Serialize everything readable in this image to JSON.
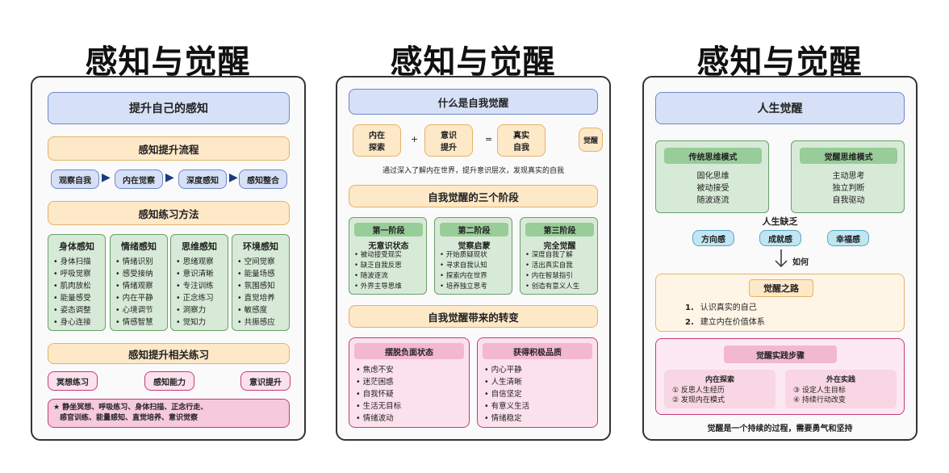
{
  "panel1": {
    "title": "感知与觉醒",
    "header": "提升自己的感知",
    "process_title": "感知提升流程",
    "process_steps": [
      "观察自我",
      "内在觉察",
      "深度感知",
      "感知整合"
    ],
    "methods_title": "感知练习方法",
    "methods": [
      {
        "name": "身体感知",
        "items": [
          "身体扫描",
          "呼吸觉察",
          "肌肉放松",
          "能量感受",
          "姿态调整",
          "身心连接"
        ]
      },
      {
        "name": "情绪感知",
        "items": [
          "情绪识别",
          "感受接纳",
          "情绪观察",
          "内在平静",
          "心境调节",
          "情感智慧"
        ]
      },
      {
        "name": "思维感知",
        "items": [
          "思绪观察",
          "意识清晰",
          "专注训练",
          "正念练习",
          "洞察力",
          "觉知力"
        ]
      },
      {
        "name": "环境感知",
        "items": [
          "空间觉察",
          "能量场感",
          "氛围感知",
          "直觉培养",
          "敏感度",
          "共振感应"
        ]
      }
    ],
    "related_title": "感知提升相关练习",
    "related_tags": [
      "冥想练习",
      "感知能力",
      "意识提升"
    ],
    "note_line1": "★ 静坐冥想、呼吸练习、身体扫描、正念行走、",
    "note_line2": "感官训练、能量感知、直觉培养、意识觉察"
  },
  "panel2": {
    "title": "感知与觉醒",
    "header": "什么是自我觉醒",
    "eq": [
      {
        "line1": "内在",
        "line2": "探索"
      },
      {
        "line1": "意识",
        "line2": "提升"
      },
      {
        "line1": "真实",
        "line2": "自我"
      }
    ],
    "plus": "+",
    "equals": "=",
    "side_label": "觉醒",
    "desc": "通过深入了解内在世界，提升意识层次，发现真实的自我",
    "stages_title": "自我觉醒的三个阶段",
    "stages": [
      {
        "label": "第一阶段",
        "name": "无意识状态",
        "items": [
          "被动接受现实",
          "缺乏自我反思",
          "随波逐流",
          "外界主导思维"
        ]
      },
      {
        "label": "第二阶段",
        "name": "觉察启蒙",
        "items": [
          "开始质疑现状",
          "寻求自我认知",
          "探索内在世界",
          "培养独立思考"
        ]
      },
      {
        "label": "第三阶段",
        "name": "完全觉醒",
        "items": [
          "深度自我了解",
          "活出真实自我",
          "内在智慧指引",
          "创造有意义人生"
        ]
      }
    ],
    "changes_title": "自我觉醒带来的转变",
    "changes": [
      {
        "name": "摆脱负面状态",
        "items": [
          "焦虑不安",
          "迷茫困惑",
          "自我怀疑",
          "生活无目标",
          "情绪波动"
        ]
      },
      {
        "name": "获得积极品质",
        "items": [
          "内心平静",
          "人生清晰",
          "自信坚定",
          "有意义生活",
          "情绪稳定"
        ]
      }
    ]
  },
  "panel3": {
    "title": "感知与觉醒",
    "header": "人生觉醒",
    "modes": [
      {
        "name": "传统思维模式",
        "items": [
          "固化思维",
          "被动接受",
          "随波逐流"
        ]
      },
      {
        "name": "觉醒思维模式",
        "items": [
          "主动思考",
          "独立判断",
          "自我驱动"
        ]
      }
    ],
    "lack_title": "人生缺乏",
    "lacks": [
      "方向感",
      "成就感",
      "幸福感"
    ],
    "how_label": "如何",
    "path_title": "觉醒之路",
    "path_items": [
      {
        "num": "1.",
        "text": "认识真实的自己"
      },
      {
        "num": "2.",
        "text": "建立内在价值体系"
      }
    ],
    "practice_title": "觉醒实践步骤",
    "practice_groups": [
      {
        "name": "内在探索",
        "items": [
          "① 反思人生经历",
          "② 发现内在模式"
        ]
      },
      {
        "name": "外在实践",
        "items": [
          "③ 设定人生目标",
          "④ 持续行动改变"
        ]
      }
    ],
    "footer": "觉醒是一个持续的过程，需要勇气和坚持"
  },
  "colors": {
    "blue": "#d6e0f7",
    "peach": "#fde8c8",
    "green": "#d7ead7",
    "pink": "#fbe1ec",
    "arrow": "#1e3a78"
  }
}
